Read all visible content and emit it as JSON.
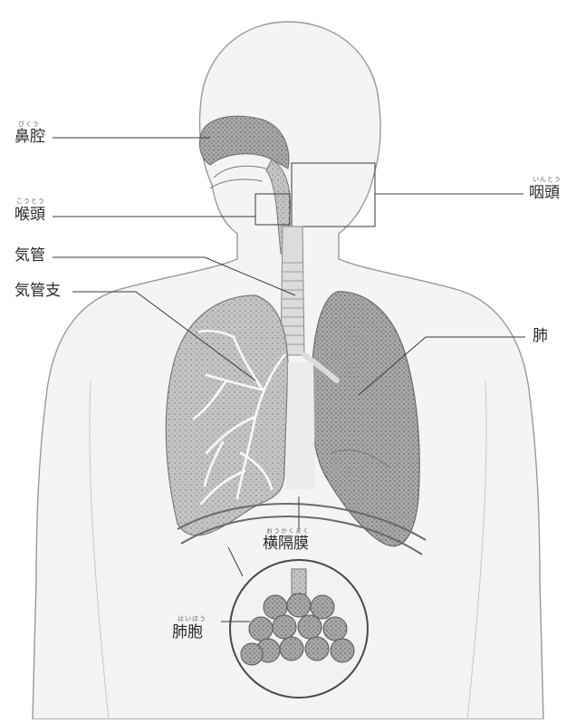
{
  "labels": {
    "nasal_cavity": {
      "text": "鼻腔",
      "ruby": "びくう"
    },
    "larynx": {
      "text": "喉頭",
      "ruby": "こうとう"
    },
    "trachea": {
      "text": "気管"
    },
    "bronchi": {
      "text": "気管支"
    },
    "pharynx": {
      "text": "咽頭",
      "ruby": "いんとう"
    },
    "lung": {
      "text": "肺"
    },
    "diaphragm": {
      "text": "横隔膜",
      "ruby": "おうかくまく"
    },
    "alveoli": {
      "text": "肺胞",
      "ruby": "はいほう"
    }
  },
  "colors": {
    "line": "#3a3a3a",
    "body_outline": "#9a9a9a",
    "lung_fill": "#b9b9b9",
    "lung_dark": "#8d8d8d",
    "trachea_fill": "#d9d9d9"
  }
}
